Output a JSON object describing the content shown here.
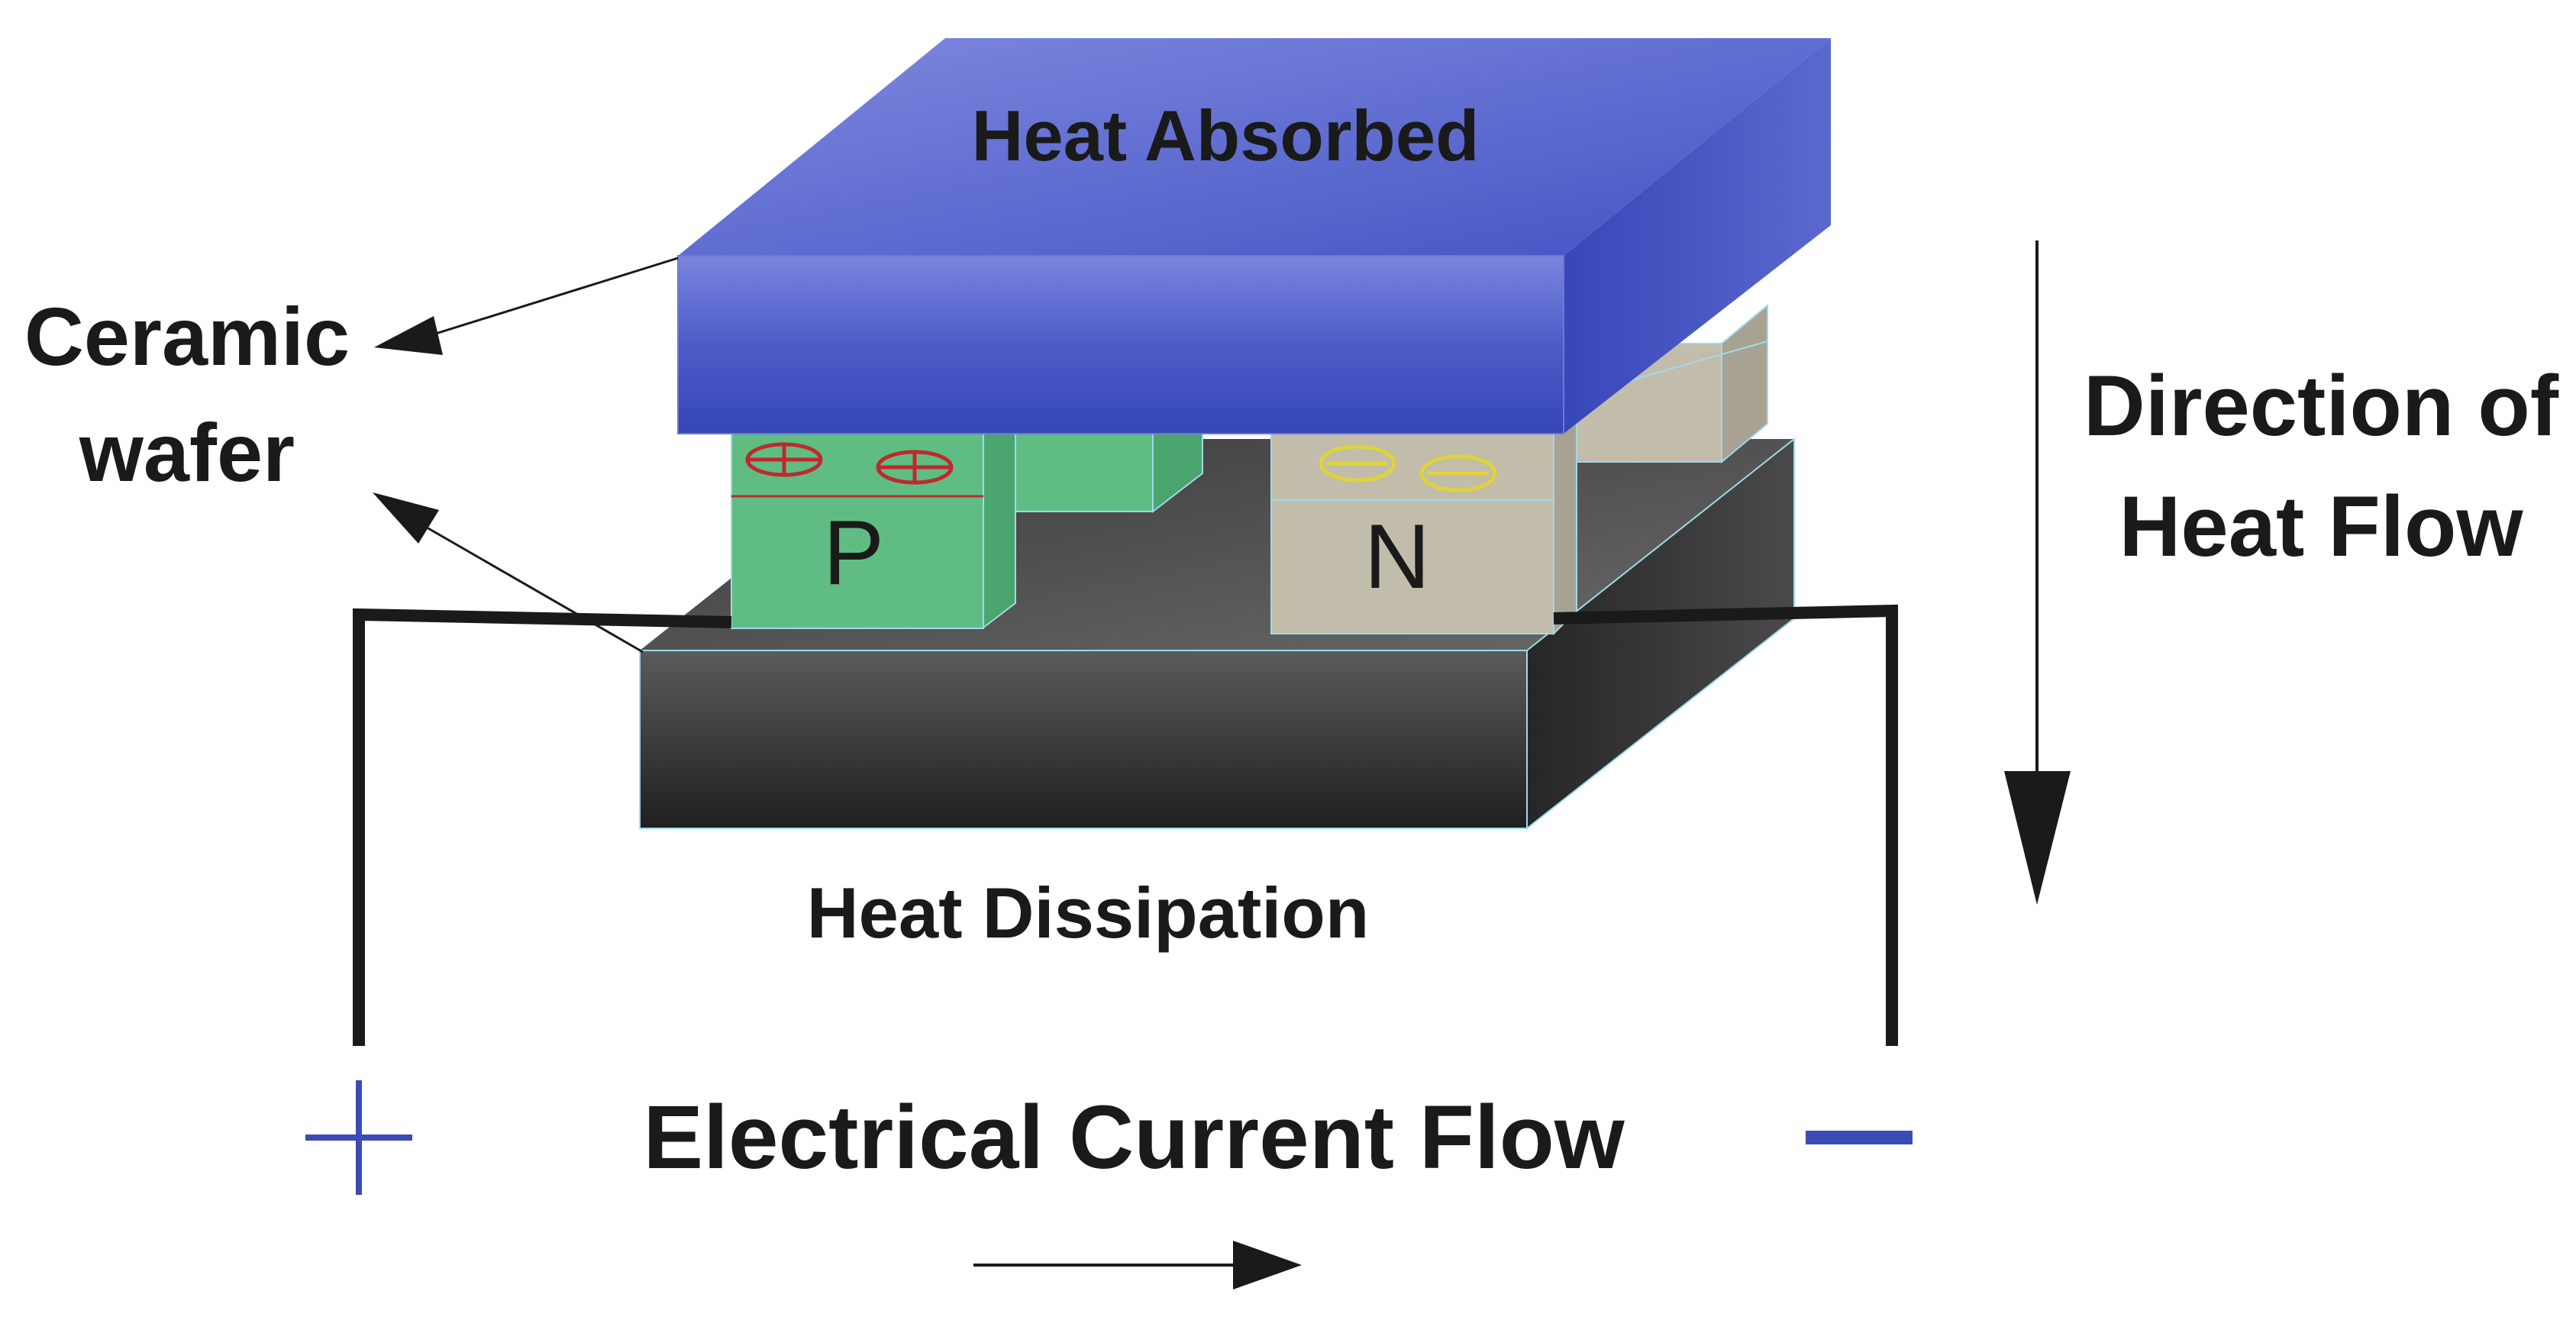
{
  "labels": {
    "heat_absorbed": "Heat Absorbed",
    "ceramic_line1": "Ceramic",
    "ceramic_line2": "wafer",
    "direction_line1": "Direction of",
    "direction_line2": "Heat Flow",
    "heat_dissipation": "Heat Dissipation",
    "electrical_current_flow": "Electrical Current Flow",
    "p_type": "P",
    "n_type": "N"
  },
  "terminals": {
    "positive": "+",
    "negative": "−"
  },
  "charges": {
    "p_symbol": "⊕",
    "n_symbol": "⊖"
  },
  "colors": {
    "top_plate": "#3f51c6",
    "top_plate_light": "#7b86db",
    "bottom_plate": "#2f2f2f",
    "p_leg": "#5fbd84",
    "n_leg": "#c2bcab",
    "wire": "#1a1a1a",
    "terminal_sign": "#3b4bb5",
    "p_charge": "#c0292b",
    "n_charge": "#e0d33a"
  }
}
